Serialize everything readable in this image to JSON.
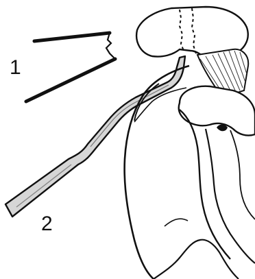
{
  "figure": {
    "labels": [
      {
        "id": "1",
        "text": "1"
      },
      {
        "id": "2",
        "text": "2"
      }
    ]
  }
}
